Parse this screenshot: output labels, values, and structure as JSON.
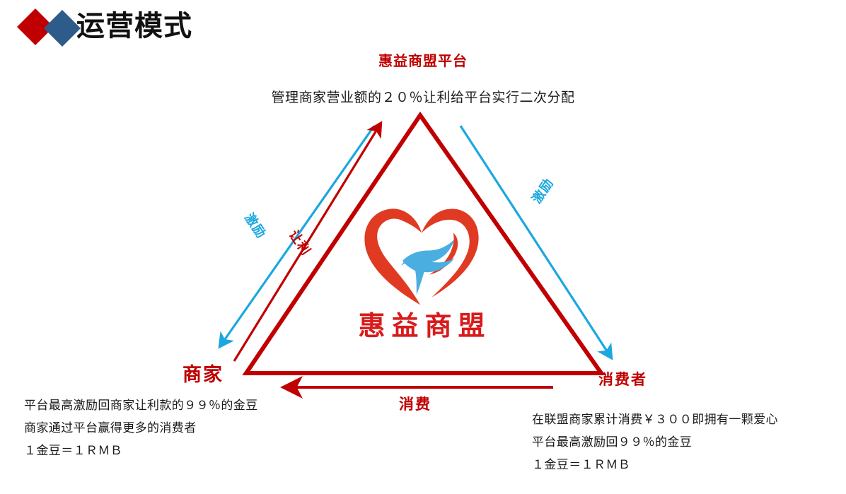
{
  "header": {
    "title": "运营模式",
    "logo": {
      "diamond_red": "#C00000",
      "diamond_blue": "#2E5C8A"
    }
  },
  "colors": {
    "dark_red": "#C00000",
    "brand_red": "#D81B1B",
    "heart_red": "#E03A22",
    "cyan": "#1BA7E0",
    "bird_blue": "#4BAEE0",
    "text": "#1a1a1a"
  },
  "diagram": {
    "type": "triangle-cycle",
    "apex": {
      "title": "惠益商盟平台",
      "description": "管理商家营业额的２０％让利给平台实行二次分配"
    },
    "nodes": [
      {
        "id": "platform",
        "label": "惠益商盟平台",
        "position": "top"
      },
      {
        "id": "merchant",
        "label": "商家",
        "position": "bottom-left"
      },
      {
        "id": "consumer",
        "label": "消费者",
        "position": "bottom-right"
      }
    ],
    "edges": [
      {
        "id": "left-incentive",
        "label": "激励",
        "color": "#1BA7E0",
        "from": "platform",
        "to": "merchant",
        "side": "left"
      },
      {
        "id": "left-profit",
        "label": "让利",
        "color": "#C00000",
        "from": "merchant",
        "to": "platform",
        "side": "left"
      },
      {
        "id": "right-incentive",
        "label": "激励",
        "color": "#1BA7E0",
        "from": "platform",
        "to": "consumer",
        "side": "right"
      },
      {
        "id": "bottom-consume",
        "label": "消费",
        "color": "#C00000",
        "from": "consumer",
        "to": "merchant",
        "side": "bottom"
      }
    ],
    "brand": {
      "name": "惠益商盟",
      "mark": "heart-with-bird-icon"
    }
  },
  "notes": {
    "left": [
      "平台最高激励回商家让利款的９９％的金豆",
      "商家通过平台赢得更多的消费者",
      "１金豆＝１ＲＭＢ"
    ],
    "right": [
      "在联盟商家累计消费￥３００即拥有一颗爱心",
      "平台最高激励回９９％的金豆",
      "１金豆＝１ＲＭＢ"
    ]
  }
}
